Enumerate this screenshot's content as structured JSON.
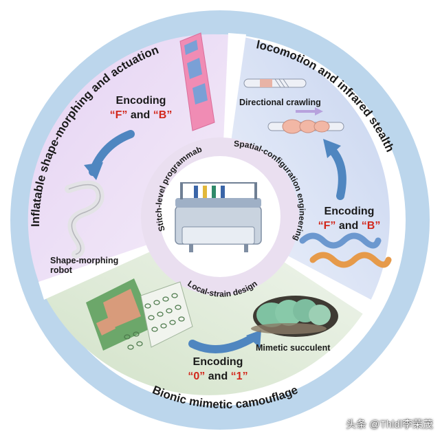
{
  "ring_labels": {
    "top_left": "Inflatable shape-morphing and actuation",
    "top_right": "locomotion and infrared stealth",
    "bottom": "Bionic mimetic camouflage"
  },
  "inner_labels": {
    "left": "Stitch-level programmable",
    "right": "Spatial-configuration engineering",
    "bottom": "Local-strain design"
  },
  "quadrants": {
    "top": {
      "encoding_word": "Encoding",
      "code_a": "“F”",
      "and_word": "and",
      "code_b": "“B”"
    },
    "left": {
      "caption_line1": "Shape-morphing",
      "caption_line2": "robot"
    },
    "right": {
      "caption": "Directional crawling",
      "encoding_word": "Encoding",
      "code_a": "“F”",
      "and_word": "and",
      "code_b": "“B”"
    },
    "bottom": {
      "caption": "Mimetic succulent",
      "encoding_word": "Encoding",
      "code_a": "“0”",
      "and_word": "and",
      "code_b": "“1”"
    }
  },
  "watermark": "头条 @Thldl李荣茂",
  "colors": {
    "outer_ring": "#bcd6ec",
    "ring_text": "#1a1a1a",
    "accent_red": "#d2271b",
    "purple_quadrant": "#d9c6ec",
    "blue_quadrant": "#dbe3f4",
    "green_quadrant": "#dbe8d4",
    "arrow_blue": "#4f86c0"
  }
}
